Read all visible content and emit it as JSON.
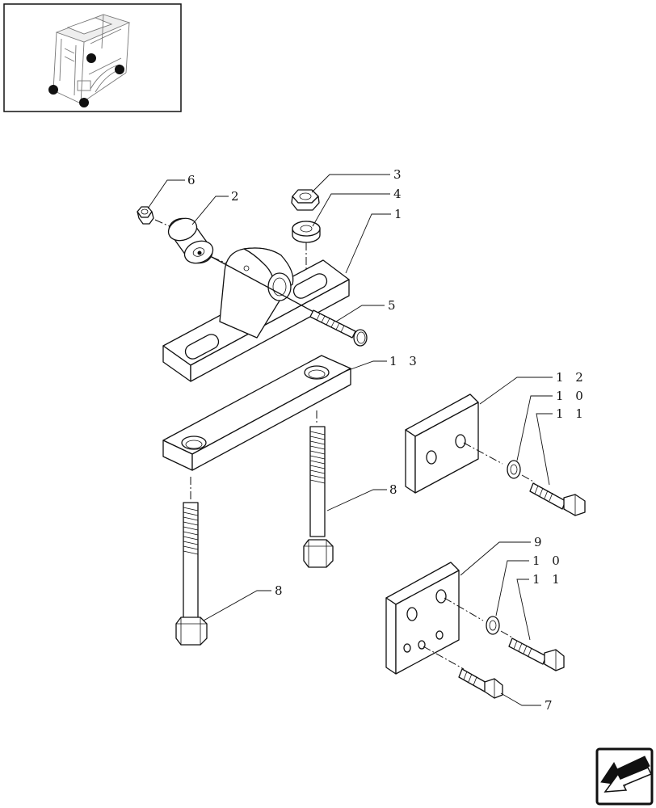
{
  "parts": [
    {
      "id": "callout-1",
      "label": "1"
    },
    {
      "id": "callout-2",
      "label": "2"
    },
    {
      "id": "callout-3",
      "label": "3"
    },
    {
      "id": "callout-4",
      "label": "4"
    },
    {
      "id": "callout-5",
      "label": "5"
    },
    {
      "id": "callout-6",
      "label": "6"
    },
    {
      "id": "callout-7",
      "label": "7"
    },
    {
      "id": "callout-8a",
      "label": "8"
    },
    {
      "id": "callout-8b",
      "label": "8"
    },
    {
      "id": "callout-9",
      "label": "9"
    },
    {
      "id": "callout-10a",
      "label": "1 0"
    },
    {
      "id": "callout-10b",
      "label": "1 0"
    },
    {
      "id": "callout-11a",
      "label": "1 1"
    },
    {
      "id": "callout-11b",
      "label": "1 1"
    },
    {
      "id": "callout-12",
      "label": "1 2"
    },
    {
      "id": "callout-13",
      "label": "1 3"
    }
  ],
  "icons": {
    "overview": "cab-location-thumbnail-icon",
    "nav": "previous-page-arrow-icon"
  },
  "colors": {
    "ink": "#111111",
    "paper": "#ffffff"
  }
}
